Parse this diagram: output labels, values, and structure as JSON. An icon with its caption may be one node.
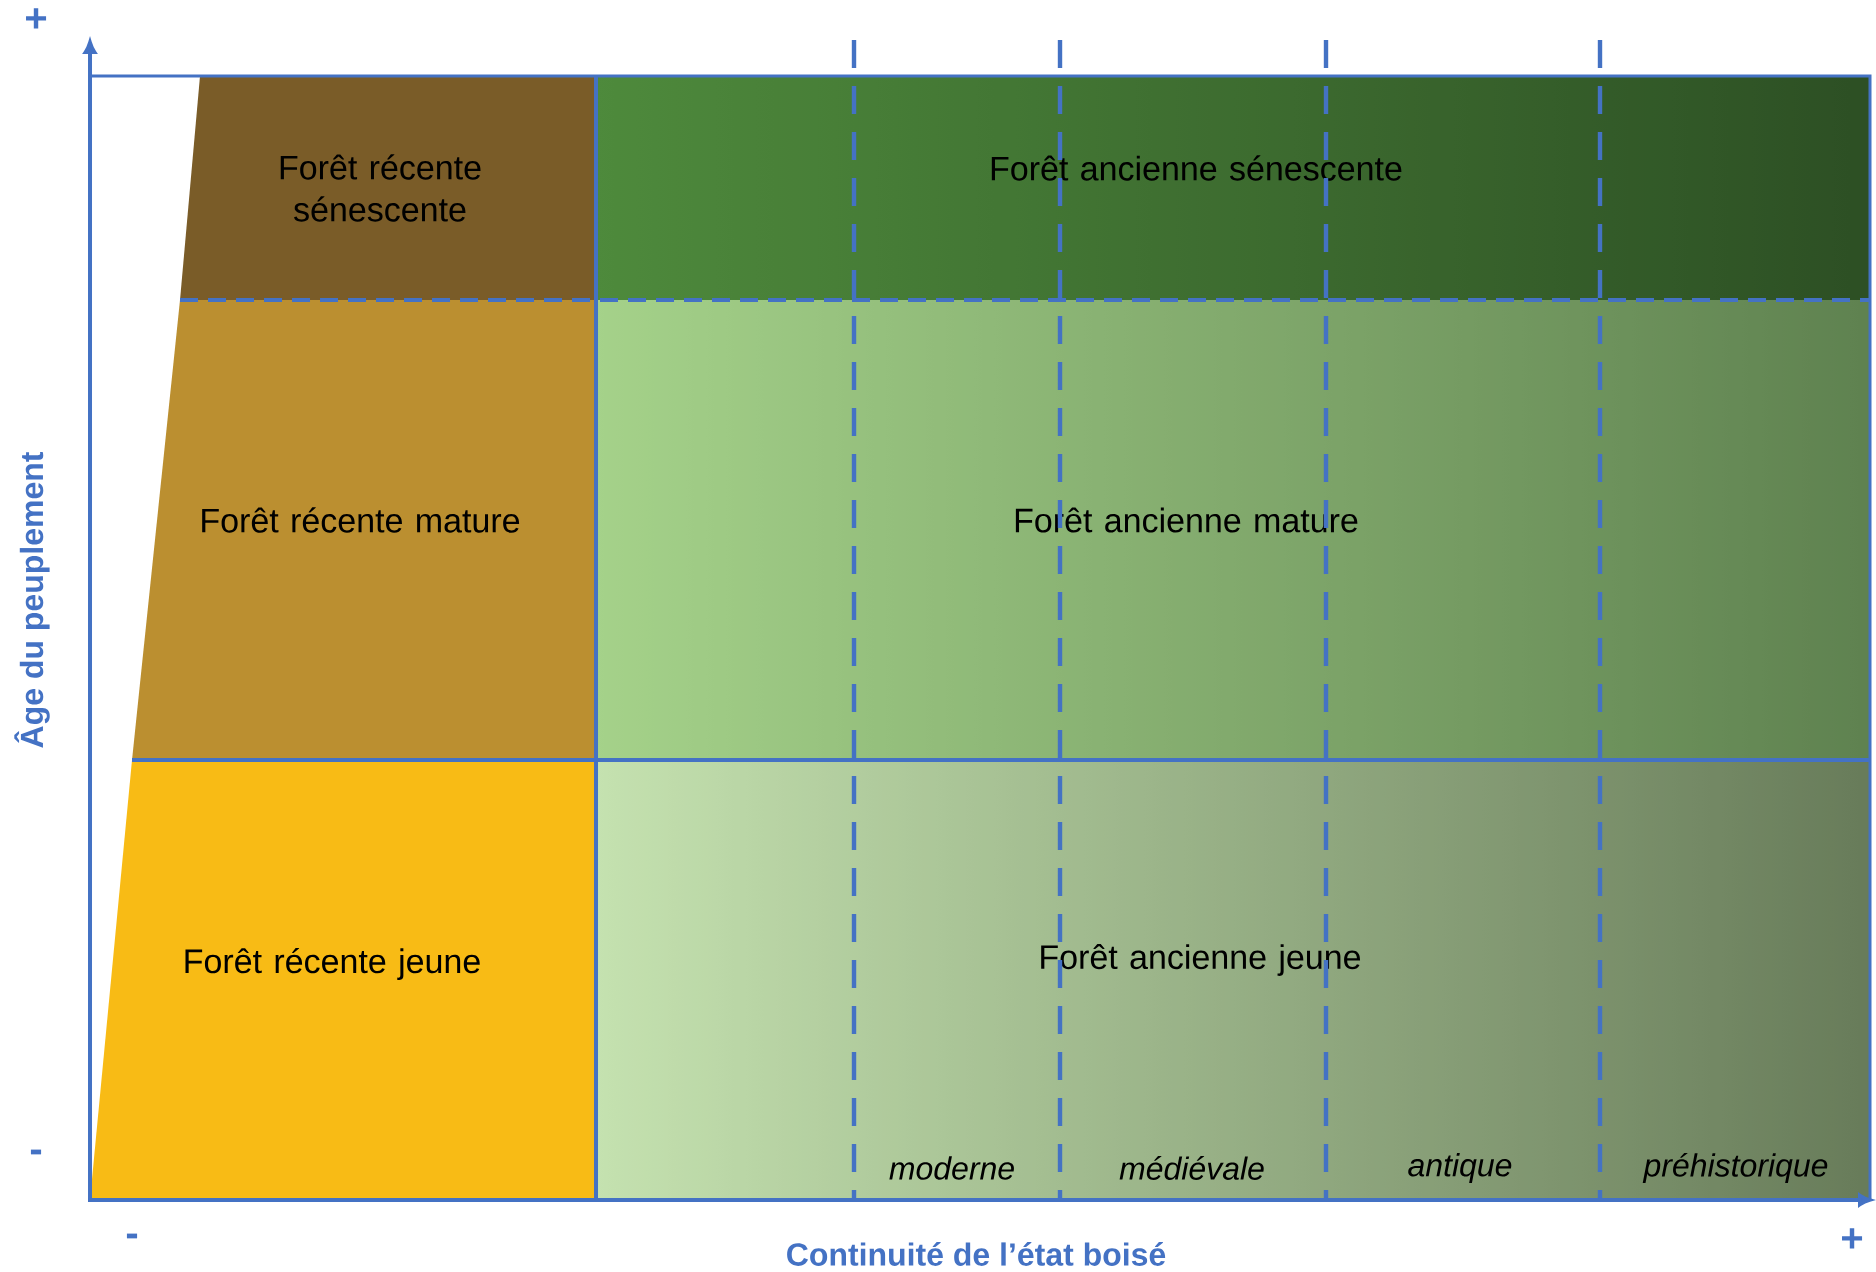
{
  "diagram": {
    "nodes": [
      {
        "text": [
          "Forêt récente sénescente"
        ]
      },
      {
        "text": [
          "Forêt ancienne sénescente"
        ]
      },
      {
        "text": [
          "Forêt récente mature"
        ]
      },
      {
        "text": [
          "Forêt ancienne mature"
        ]
      },
      {
        "text": [
          "Forêt récente jeune"
        ]
      },
      {
        "text": [
          "Forêt ancienne jeune"
        ]
      }
    ],
    "labels": [
      "+",
      "Âge du peuplement",
      "-",
      "moderne",
      "médiévale",
      "antique",
      "préhistorique",
      "-",
      "+",
      "Continuité de l’état boisé"
    ]
  }
}
